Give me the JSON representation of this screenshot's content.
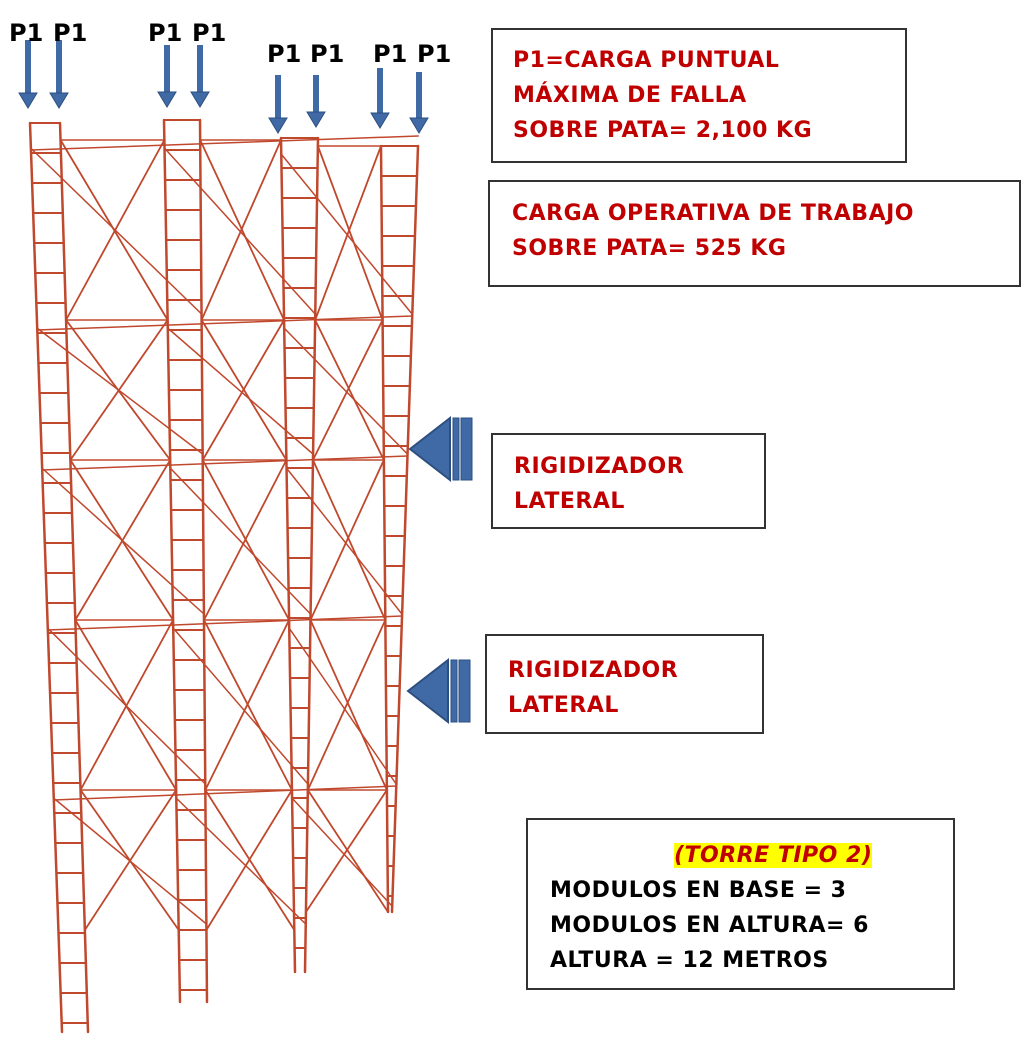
{
  "load_label": "P1",
  "colors": {
    "frame": "#c0482d",
    "arrow_fill": "#3f6aa6",
    "arrow_stroke": "#2d4f80",
    "label_red": "#c00000",
    "highlight": "#ffff00"
  },
  "legend_failure": {
    "line1": "P1=CARGA PUNTUAL",
    "line2": "MÁXIMA DE FALLA",
    "line3": "SOBRE PATA= 2,100 KG"
  },
  "legend_working": {
    "line1": "CARGA OPERATIVA DE TRABAJO",
    "line2": "SOBRE PATA= 525 KG"
  },
  "stiffener_upper": {
    "line1": "RIGIDIZADOR",
    "line2": "LATERAL"
  },
  "stiffener_lower": {
    "line1": "RIGIDIZADOR",
    "line2": "LATERAL"
  },
  "tower_info": {
    "type": "(TORRE TIPO 2)",
    "modules_base": "MODULOS EN BASE = 3",
    "modules_height": "MODULOS EN ALTURA= 6",
    "height": "ALTURA = 12 METROS"
  }
}
